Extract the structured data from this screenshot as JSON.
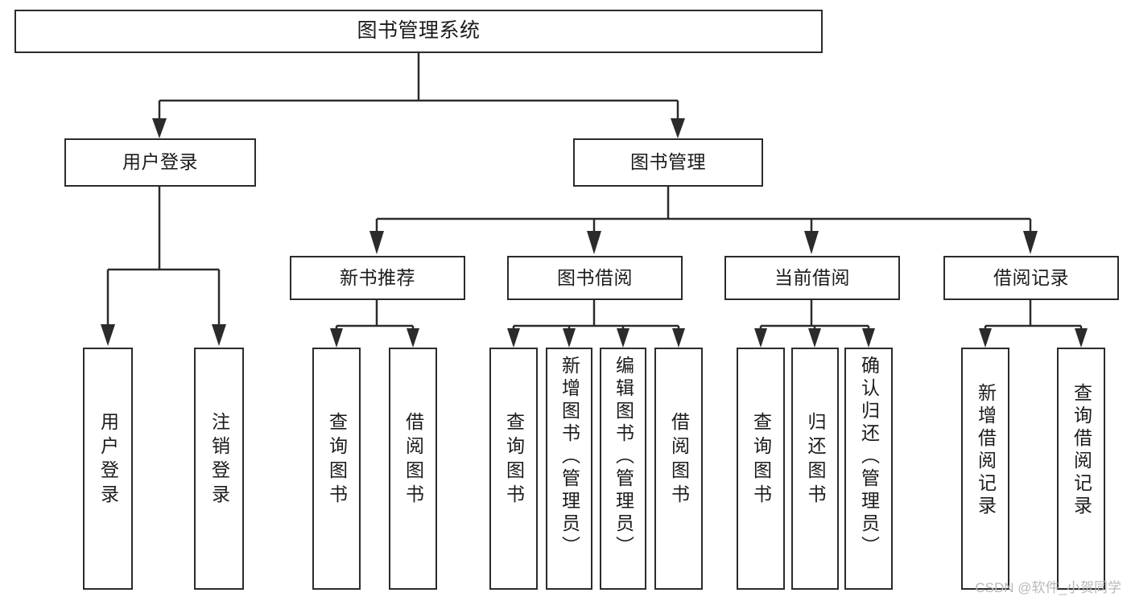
{
  "diagram": {
    "title": "图书管理系统",
    "type": "tree-hierarchy",
    "watermark": "CSDN @软件_小贺同学",
    "colors": {
      "stroke": "#2b2b2b",
      "fill": "#ffffff",
      "text": "#1b1b1b",
      "watermark": "#b9b9b9"
    },
    "nodes": {
      "root": {
        "label": "图书管理系统"
      },
      "level2": [
        {
          "id": "user-login",
          "label": "用户登录"
        },
        {
          "id": "book-manage",
          "label": "图书管理"
        }
      ],
      "level3": [
        {
          "id": "new-book-recommend",
          "label": "新书推荐"
        },
        {
          "id": "book-borrow",
          "label": "图书借阅"
        },
        {
          "id": "current-borrow",
          "label": "当前借阅"
        },
        {
          "id": "borrow-record",
          "label": "借阅记录"
        }
      ],
      "leaves": {
        "user-login": [
          {
            "id": "leaf-user-login",
            "label": "用户登录"
          },
          {
            "id": "leaf-logout",
            "label": "注销登录"
          }
        ],
        "new-book-recommend": [
          {
            "id": "leaf-query-book-1",
            "label": "查询图书"
          },
          {
            "id": "leaf-borrow-book-1",
            "label": "借阅图书"
          }
        ],
        "book-borrow": [
          {
            "id": "leaf-query-book-2",
            "label": "查询图书"
          },
          {
            "id": "leaf-add-book",
            "label": "新增图书（管理员）"
          },
          {
            "id": "leaf-edit-book",
            "label": "编辑图书（管理员）"
          },
          {
            "id": "leaf-borrow-book-2",
            "label": "借阅图书"
          }
        ],
        "current-borrow": [
          {
            "id": "leaf-query-book-3",
            "label": "查询图书"
          },
          {
            "id": "leaf-return-book",
            "label": "归还图书"
          },
          {
            "id": "leaf-confirm-return",
            "label": "确认归还（管理员）"
          }
        ],
        "borrow-record": [
          {
            "id": "leaf-add-record",
            "label": "新增借阅记录"
          },
          {
            "id": "leaf-query-record",
            "label": "查询借阅记录"
          }
        ]
      }
    }
  }
}
